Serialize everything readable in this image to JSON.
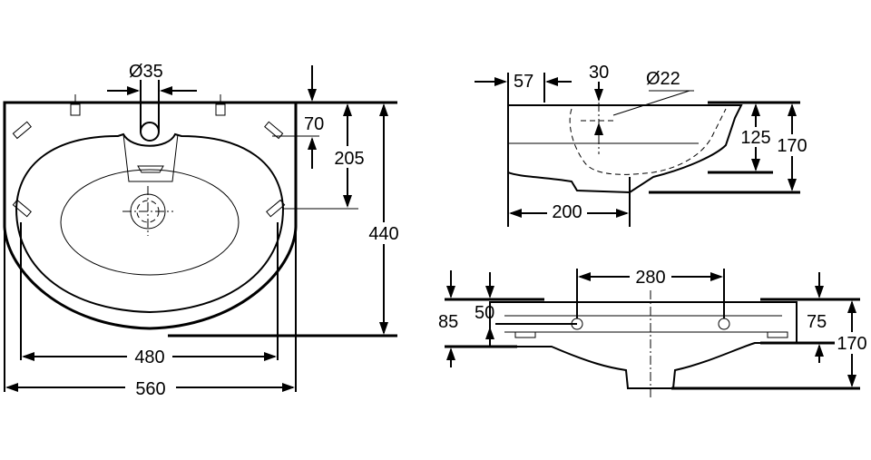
{
  "dimensions": {
    "top_view": {
      "hole_diameter": "Ø35",
      "width_overall": "560",
      "bowl_width": "480",
      "depth_overall": "440",
      "to_bowl_center": "205",
      "to_fixing": "70"
    },
    "side_view": {
      "tap_offset": "57",
      "tap_hole_depth": "30",
      "tap_hole_diameter": "Ø22",
      "bowl_reach": "200",
      "bowl_height": "125",
      "total_height": "170"
    },
    "front_view": {
      "fixing_spacing": "280",
      "left_height": "85",
      "left_rim": "50",
      "right_rim": "75",
      "total_height": "170"
    }
  }
}
